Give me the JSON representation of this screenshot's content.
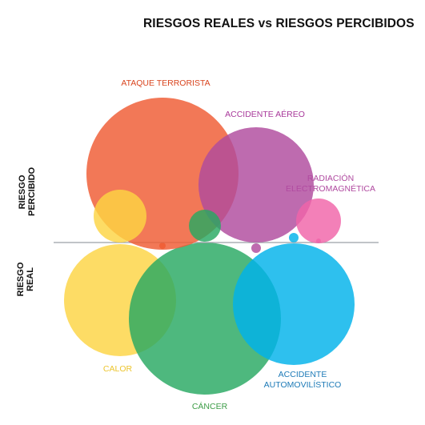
{
  "title": "RIESGOS REALES vs RIESGOS PERCIBIDOS",
  "axis_labels": {
    "perceived_line1": "RIESGO",
    "perceived_line2": "PERCIBIDO",
    "real_line1": "RIESGO",
    "real_line2": "REAL"
  },
  "categories": [
    {
      "id": "terrorismo",
      "label_lines": [
        "ATAQUE TERRORISTA"
      ],
      "color": "#ef5a32",
      "label_color": "#d9451f"
    },
    {
      "id": "aereo",
      "label_lines": [
        "ACCIDENTE AÉREO"
      ],
      "color": "#b04a9e",
      "label_color": "#a8389a"
    },
    {
      "id": "radiacion",
      "label_lines": [
        "RADIACIÓN",
        "ELECTROMAGNÉTICA"
      ],
      "color": "#f064a8",
      "label_color": "#b04aa0"
    },
    {
      "id": "calor",
      "label_lines": [
        "CALOR"
      ],
      "color": "#fdd443",
      "label_color": "#ecc52e"
    },
    {
      "id": "cancer",
      "label_lines": [
        "CÁNCER"
      ],
      "color": "#27a862",
      "label_color": "#3d9d47"
    },
    {
      "id": "automovil",
      "label_lines": [
        "ACCIDENTE",
        "AUTOMOVILÍSTICO"
      ],
      "color": "#00b2ea",
      "label_color": "#1d7ab7"
    }
  ],
  "colors": {
    "title": "#111111",
    "divider": "#9aa0a6",
    "background": "#ffffff"
  }
}
